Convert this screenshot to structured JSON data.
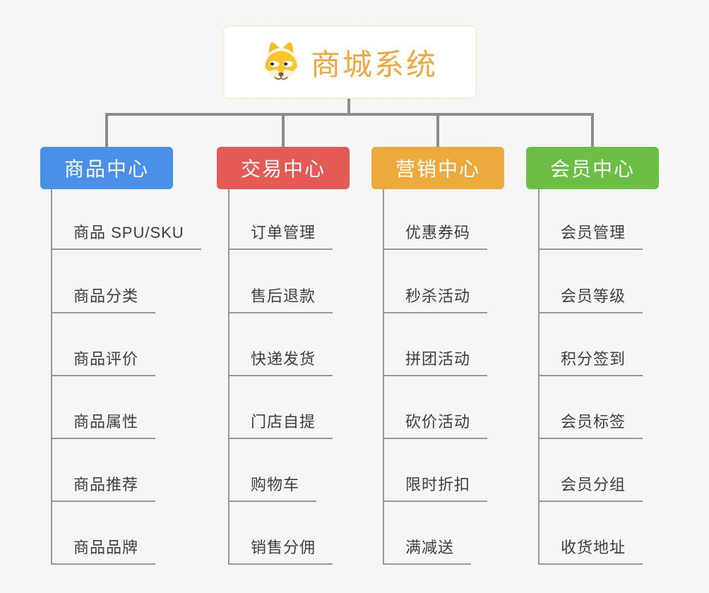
{
  "root": {
    "title": "商城系统",
    "icon": "doge-icon"
  },
  "branches": [
    {
      "label": "商品中心",
      "color": "#4a90e8",
      "items": [
        "商品 SPU/SKU",
        "商品分类",
        "商品评价",
        "商品属性",
        "商品推荐",
        "商品品牌"
      ]
    },
    {
      "label": "交易中心",
      "color": "#e45b55",
      "items": [
        "订单管理",
        "售后退款",
        "快递发货",
        "门店自提",
        "购物车",
        "销售分佣"
      ]
    },
    {
      "label": "营销中心",
      "color": "#ecaa3d",
      "items": [
        "优惠券码",
        "秒杀活动",
        "拼团活动",
        "砍价活动",
        "限时折扣",
        "满减送"
      ]
    },
    {
      "label": "会员中心",
      "color": "#6cbe45",
      "items": [
        "会员管理",
        "会员等级",
        "积分签到",
        "会员标签",
        "会员分组",
        "收货地址"
      ]
    }
  ],
  "colors": {
    "background": "#f6f6f7",
    "root_title": "#f1a73e",
    "root_border": "#f2c27e",
    "connector": "#8c8c8c",
    "leaf_line": "#999999",
    "leaf_text": "#3b3e43"
  }
}
